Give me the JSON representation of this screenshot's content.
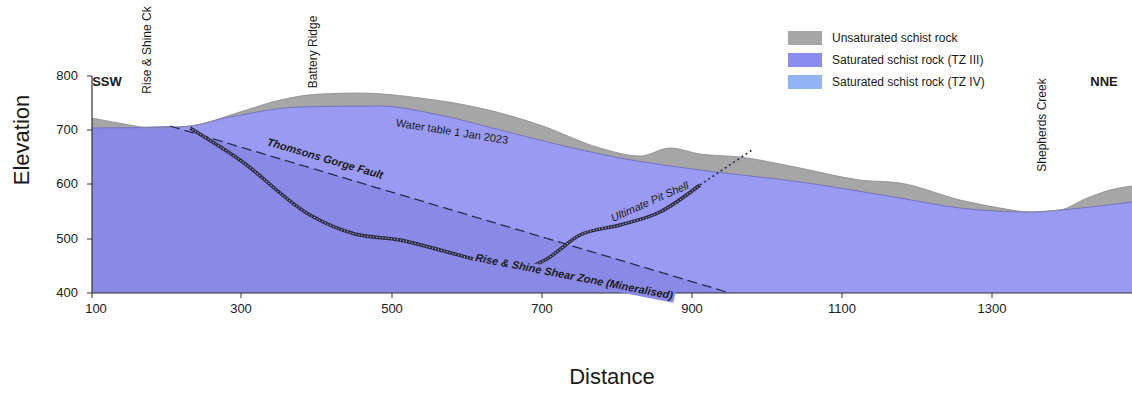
{
  "diagram": {
    "labels": [
      "SSW",
      "Rise & Shine Ck",
      "Battery Ridge",
      "NNE",
      "Water table 1 Jan 2023",
      "Thomsons Gorge Fault",
      "Ultimate Pit Shell",
      "Shepherds Creek",
      "Rise & Shine Shear Zone (Mineralised)",
      "Elevation",
      "800",
      "700",
      "600",
      "500",
      "400",
      "100",
      "300",
      "500",
      "700",
      "900",
      "1100",
      "1300",
      "Distance"
    ],
    "legend": [
      {
        "text": "Unsaturated schist rock",
        "color": "#a6a6a6"
      },
      {
        "text": "Saturated schist rock (TZ III)",
        "color": "#8c8cf0"
      },
      {
        "text": "Saturated schist rock (TZ IV)",
        "color": "#92b4f7"
      }
    ]
  }
}
